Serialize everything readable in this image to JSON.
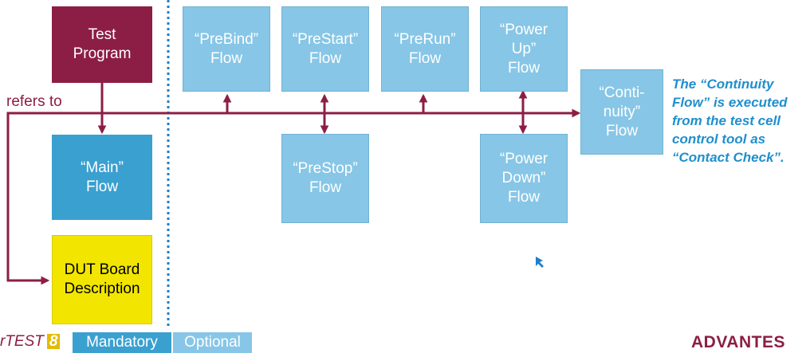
{
  "boxes": {
    "test_program": "Test\nProgram",
    "main_flow": "“Main”\nFlow",
    "dut_board": "DUT Board\nDescription",
    "prebind": "“PreBind”\nFlow",
    "prestart": "“PreStart”\nFlow",
    "prerun": "“PreRun”\nFlow",
    "powerup": "“Power\nUp”\nFlow",
    "continuity": "“Conti-\nnuity”\nFlow",
    "prestop": "“PreStop”\nFlow",
    "powerdown": "“Power\nDown”\nFlow"
  },
  "labels": {
    "refers_to": "refers to",
    "continuity_note": "The “Continuity\nFlow” is executed\nfrom the test cell\ncontrol tool as\n“Contact Check”."
  },
  "legend": {
    "mandatory": "Mandatory",
    "optional": "Optional"
  },
  "footer": {
    "logo_text": "rTEST",
    "logo_number": "8",
    "company": "ADVANTES"
  },
  "colors": {
    "arrows": "#8c1e45",
    "optional_box": "#87c6e6",
    "mandatory_box": "#3aa0d0",
    "test_program_box": "#8c1e45",
    "dut_box": "#f2e600",
    "note_text": "#1f8fce",
    "divider": "#1f7fc8"
  }
}
